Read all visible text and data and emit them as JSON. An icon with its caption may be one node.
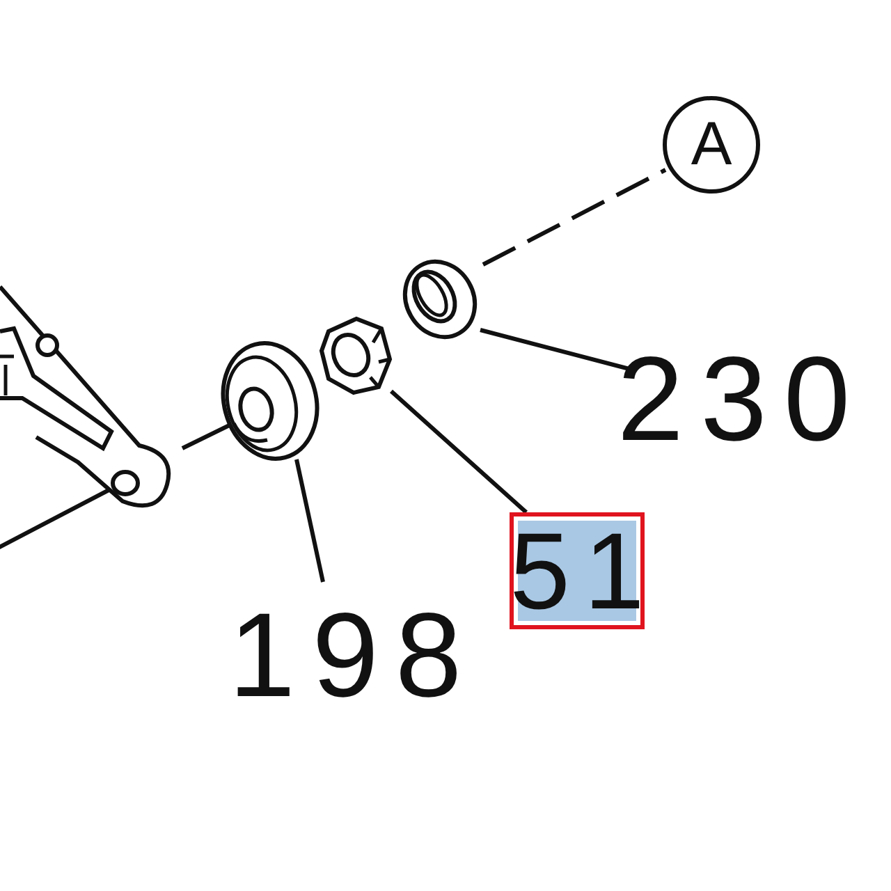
{
  "diagram": {
    "nodes": [
      {
        "text": [
          "A"
        ]
      },
      {
        "text": [],
        "shape": "picture"
      },
      {
        "text": [],
        "shape": "picture"
      },
      {
        "text": [],
        "shape": "picture"
      },
      {
        "text": [],
        "shape": "picture"
      },
      {
        "text": [
          "230"
        ]
      },
      {
        "text": [
          "51"
        ]
      },
      {
        "text": [
          "198"
        ]
      }
    ],
    "edges": [
      {
        "from": 1,
        "to": 0,
        "arrow": "none",
        "style": "dashed"
      },
      {
        "from": 5,
        "to": 1,
        "arrow": "none"
      },
      {
        "from": 6,
        "to": 2,
        "arrow": "none"
      },
      {
        "from": 7,
        "to": 3,
        "arrow": "none"
      },
      {
        "from": 3,
        "to": 4,
        "arrow": "none"
      },
      {
        "from": 4,
        "to": null,
        "arrow": "none"
      }
    ]
  }
}
